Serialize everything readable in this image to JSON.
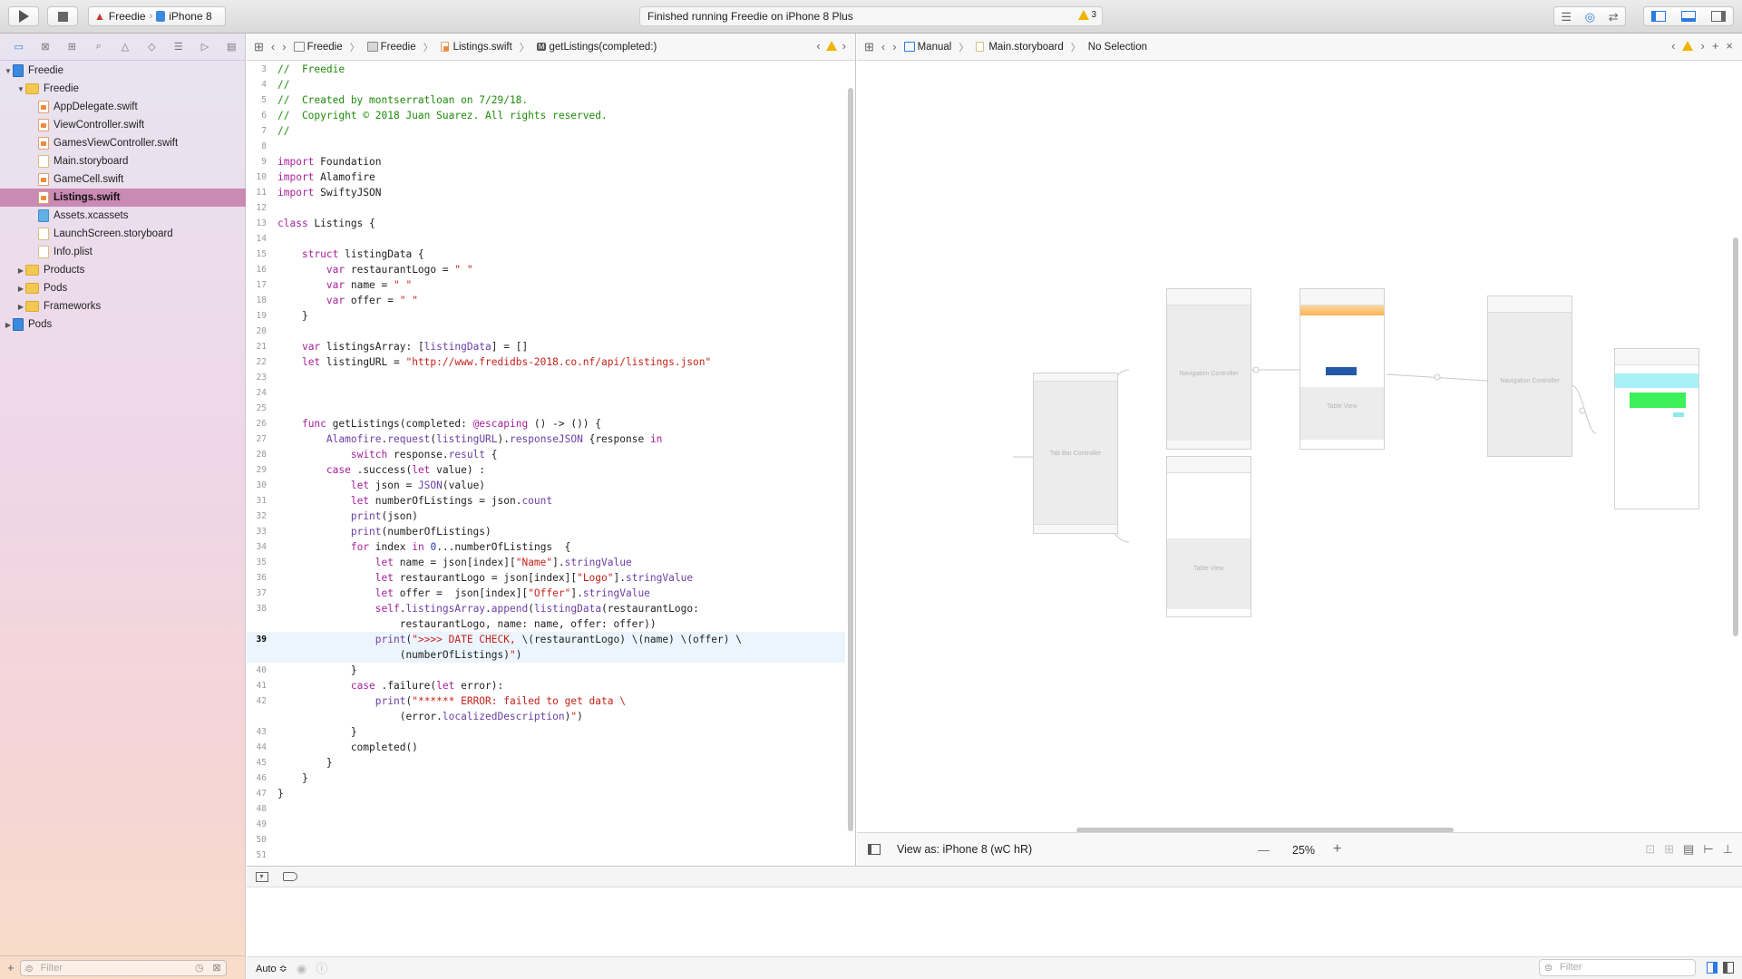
{
  "toolbar": {
    "scheme_name": "Freedie",
    "device_name": "iPhone 8",
    "activity_status": "Finished running Freedie on iPhone 8 Plus",
    "warning_count": "3"
  },
  "navigator": {
    "filter_placeholder": "Filter",
    "tree": [
      {
        "label": "Freedie",
        "kind": "proj",
        "indent": 0,
        "disclosure": "open"
      },
      {
        "label": "Freedie",
        "kind": "folder",
        "indent": 1,
        "disclosure": "open"
      },
      {
        "label": "AppDelegate.swift",
        "kind": "swift",
        "indent": 2,
        "disclosure": ""
      },
      {
        "label": "ViewController.swift",
        "kind": "swift",
        "indent": 2,
        "disclosure": ""
      },
      {
        "label": "GamesViewController.swift",
        "kind": "swift",
        "indent": 2,
        "disclosure": ""
      },
      {
        "label": "Main.storyboard",
        "kind": "sb",
        "indent": 2,
        "disclosure": ""
      },
      {
        "label": "GameCell.swift",
        "kind": "swift",
        "indent": 2,
        "disclosure": ""
      },
      {
        "label": "Listings.swift",
        "kind": "swift",
        "indent": 2,
        "disclosure": "",
        "selected": true
      },
      {
        "label": "Assets.xcassets",
        "kind": "assets",
        "indent": 2,
        "disclosure": ""
      },
      {
        "label": "LaunchScreen.storyboard",
        "kind": "sb",
        "indent": 2,
        "disclosure": ""
      },
      {
        "label": "Info.plist",
        "kind": "sb",
        "indent": 2,
        "disclosure": ""
      },
      {
        "label": "Products",
        "kind": "folder",
        "indent": 1,
        "disclosure": "closed"
      },
      {
        "label": "Pods",
        "kind": "folder",
        "indent": 1,
        "disclosure": "closed"
      },
      {
        "label": "Frameworks",
        "kind": "folder",
        "indent": 1,
        "disclosure": "closed"
      },
      {
        "label": "Pods",
        "kind": "proj",
        "indent": 0,
        "disclosure": "closed"
      }
    ]
  },
  "editor": {
    "breadcrumbs": [
      "Freedie",
      "Freedie",
      "Listings.swift",
      "getListings(completed:)"
    ],
    "current_line": 39,
    "lines": [
      {
        "n": "3",
        "html": "<span class='c'>//  Freedie</span>"
      },
      {
        "n": "4",
        "html": "<span class='c'>//</span>"
      },
      {
        "n": "5",
        "html": "<span class='c'>//  Created by montserratloan on 7/29/18.</span>"
      },
      {
        "n": "6",
        "html": "<span class='c'>//  Copyright © 2018 Juan Suarez. All rights reserved.</span>"
      },
      {
        "n": "7",
        "html": "<span class='c'>//</span>"
      },
      {
        "n": "8",
        "html": ""
      },
      {
        "n": "9",
        "html": "<span class='k'>import</span> Foundation"
      },
      {
        "n": "10",
        "html": "<span class='k'>import</span> Alamofire"
      },
      {
        "n": "11",
        "html": "<span class='k'>import</span> SwiftyJSON"
      },
      {
        "n": "12",
        "html": ""
      },
      {
        "n": "13",
        "html": "<span class='k'>class</span> Listings {"
      },
      {
        "n": "14",
        "html": ""
      },
      {
        "n": "15",
        "html": "    <span class='k'>struct</span> listingData {"
      },
      {
        "n": "16",
        "html": "        <span class='k'>var</span> restaurantLogo = <span class='s'>\" \"</span>"
      },
      {
        "n": "17",
        "html": "        <span class='k'>var</span> name = <span class='s'>\" \"</span>"
      },
      {
        "n": "18",
        "html": "        <span class='k'>var</span> offer = <span class='s'>\" \"</span>"
      },
      {
        "n": "19",
        "html": "    }"
      },
      {
        "n": "20",
        "html": ""
      },
      {
        "n": "21",
        "html": "    <span class='k'>var</span> listingsArray: [<span class='t'>listingData</span>] = []"
      },
      {
        "n": "22",
        "html": "    <span class='k'>let</span> listingURL = <span class='s'>\"http://www.fredidbs-2018.co.nf/api/listings.json\"</span>"
      },
      {
        "n": "23",
        "html": ""
      },
      {
        "n": "24",
        "html": ""
      },
      {
        "n": "25",
        "html": ""
      },
      {
        "n": "26",
        "html": "    <span class='k'>func</span> getListings(completed: <span class='k'>@escaping</span> () -> ()) {"
      },
      {
        "n": "27",
        "html": "        <span class='t'>Alamofire</span>.<span class='t'>request</span>(<span class='t'>listingURL</span>).<span class='t'>responseJSON</span> {response <span class='k'>in</span>"
      },
      {
        "n": "28",
        "html": "            <span class='k'>switch</span> response.<span class='t'>result</span> {"
      },
      {
        "n": "29",
        "html": "        <span class='k'>case</span> .success(<span class='k'>let</span> value) :"
      },
      {
        "n": "30",
        "html": "            <span class='k'>let</span> json = <span class='t'>JSON</span>(value)"
      },
      {
        "n": "31",
        "html": "            <span class='k'>let</span> numberOfListings = json.<span class='t'>count</span>"
      },
      {
        "n": "32",
        "html": "            <span class='t'>print</span>(json)"
      },
      {
        "n": "33",
        "html": "            <span class='t'>print</span>(numberOfListings)"
      },
      {
        "n": "34",
        "html": "            <span class='k'>for</span> index <span class='k'>in</span> <span class='n'>0</span>...numberOfListings  {"
      },
      {
        "n": "35",
        "html": "                <span class='k'>let</span> name = json[index][<span class='s'>\"Name\"</span>].<span class='t'>stringValue</span>"
      },
      {
        "n": "36",
        "html": "                <span class='k'>let</span> restaurantLogo = json[index][<span class='s'>\"Logo\"</span>].<span class='t'>stringValue</span>"
      },
      {
        "n": "37",
        "html": "                <span class='k'>let</span> offer =  json[index][<span class='s'>\"Offer\"</span>].<span class='t'>stringValue</span>"
      },
      {
        "n": "38",
        "html": "                <span class='k'>self</span>.<span class='t'>listingsArray</span>.<span class='t'>append</span>(<span class='t'>listingData</span>(restaurantLogo:"
      },
      {
        "n": "",
        "html": "                    restaurantLogo, name: name, offer: offer))"
      },
      {
        "n": "39",
        "html": "                <span class='t'>print</span>(<span class='s'>\"&gt;&gt;&gt;&gt; DATE CHECK, </span>\\(restaurantLogo) \\(name) \\(offer) \\"
      },
      {
        "n": "",
        "html": "                    (numberOfListings)<span class='s'>\"</span>)"
      },
      {
        "n": "40",
        "html": "            }"
      },
      {
        "n": "41",
        "html": "            <span class='k'>case</span> .failure(<span class='k'>let</span> error):"
      },
      {
        "n": "42",
        "html": "                <span class='t'>print</span>(<span class='s'>\"****** ERROR: failed to get data \\</span>"
      },
      {
        "n": "",
        "html": "                    (error.<span class='t'>localizedDescription</span>)<span class='s'>\"</span>)"
      },
      {
        "n": "43",
        "html": "            }"
      },
      {
        "n": "44",
        "html": "            completed()"
      },
      {
        "n": "45",
        "html": "        }"
      },
      {
        "n": "46",
        "html": "    }"
      },
      {
        "n": "47",
        "html": "}"
      },
      {
        "n": "48",
        "html": ""
      },
      {
        "n": "49",
        "html": ""
      },
      {
        "n": "50",
        "html": ""
      },
      {
        "n": "51",
        "html": ""
      }
    ]
  },
  "storyboard": {
    "breadcrumbs": [
      "Manual",
      "Main.storyboard",
      "No Selection"
    ],
    "view_as_label": "View as: iPhone 8 (wC hR)",
    "zoom": "25%",
    "scenes": [
      {
        "label": "Tab Bar Controller"
      },
      {
        "label": "Navigation Controller"
      },
      {
        "label": "Table View"
      },
      {
        "label": "Navigation Controller"
      },
      {
        "label": "Table View"
      }
    ]
  },
  "debug": {
    "auto_label": "Auto ≎",
    "filter_placeholder": "Filter"
  }
}
